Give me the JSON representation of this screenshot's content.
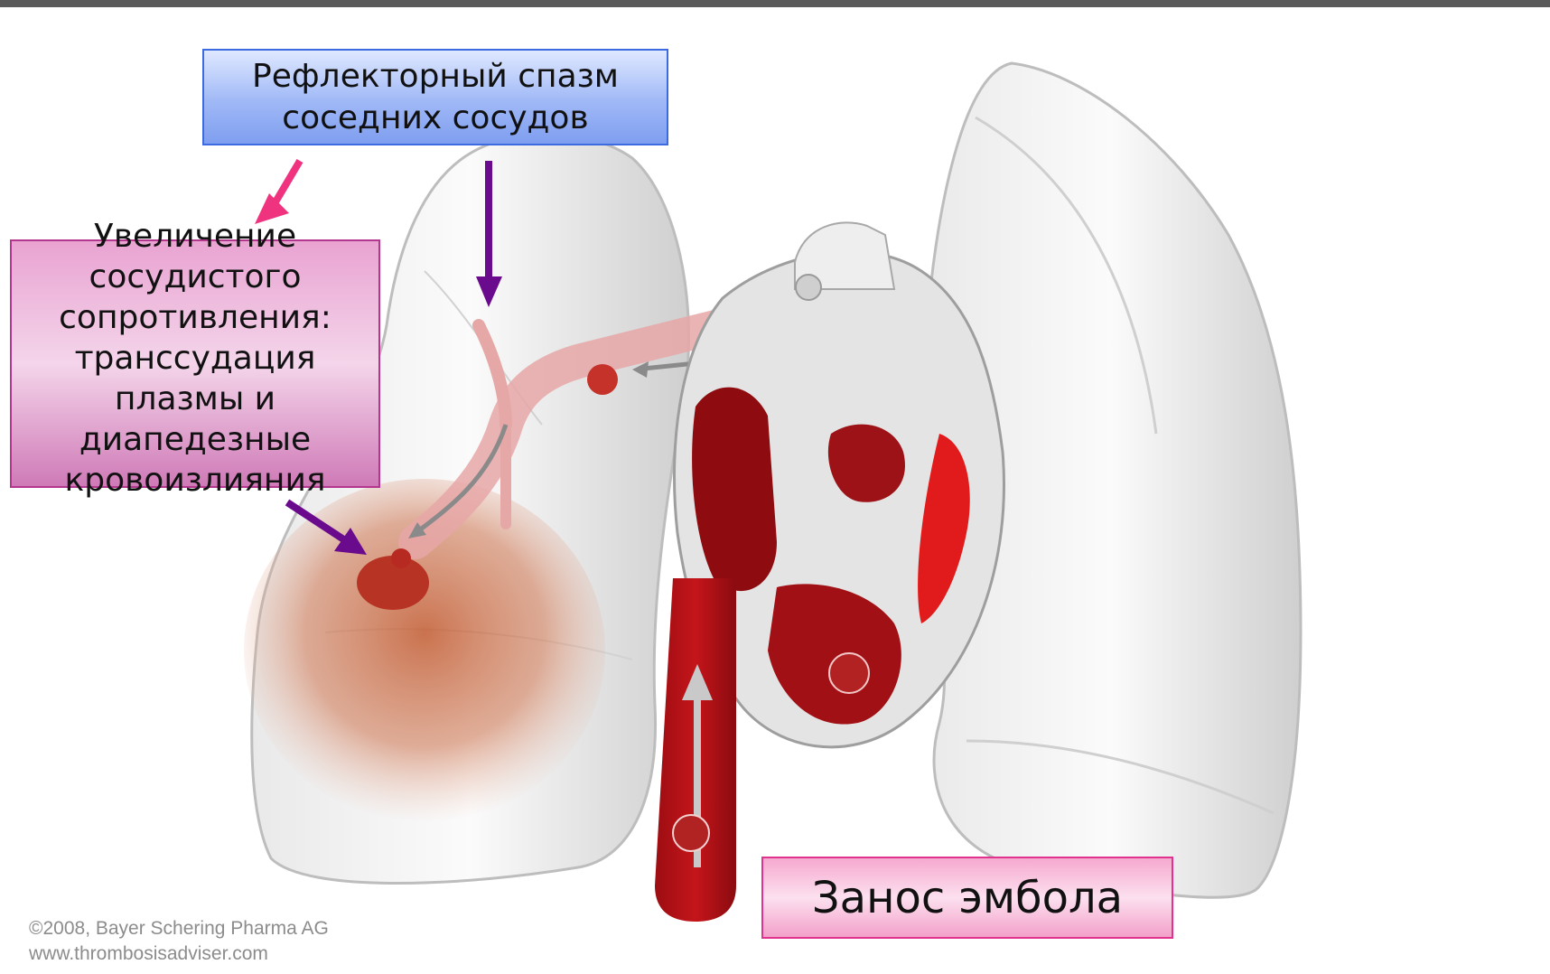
{
  "labels": {
    "reflex_spasm": "Рефлекторный спазм соседних сосудов",
    "resistance": "Увеличение сосудистого сопротивления: транссудация плазмы и диапедезные кровоизлияния",
    "embolus": "Занос эмбола"
  },
  "credits": {
    "copyright": "©2008, Bayer Schering Pharma AG",
    "website": "www.thrombosisadviser.com"
  },
  "colors": {
    "blood_dark": "#8e0c10",
    "blood_bright": "#e11b1b",
    "arrow_purple": "#6a0a8c",
    "arrow_pink": "#f0337f",
    "lung_gray": "#d9d9d9"
  },
  "icons": [
    "lung",
    "heart",
    "vein",
    "embolus",
    "infarct-zone",
    "arrow"
  ]
}
